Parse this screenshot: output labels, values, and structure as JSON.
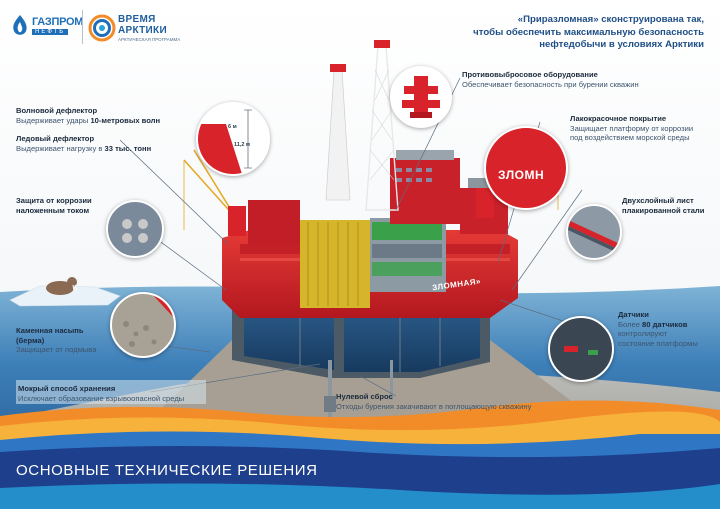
{
  "logos": {
    "gazprom_name": "ГАЗПРОМ",
    "gazprom_sub": "НЕФТЬ",
    "vremya_line1": "ВРЕМЯ",
    "vremya_line2": "АРКТИКИ",
    "vremya_sub": "АРКТИЧЕСКАЯ ПРОГРАММА"
  },
  "headline": {
    "line1": "«Приразломная» сконструирована так,",
    "line2": "чтобы обеспечить максимальную безопасность",
    "line3": "нефтедобычи в условиях Арктики"
  },
  "callouts": {
    "wave_deflector": {
      "title": "Волновой дефлектор",
      "desc_pre": "Выдерживает удары ",
      "desc_bold": "10-метровых волн"
    },
    "ice_deflector": {
      "title": "Ледовый дефлектор",
      "desc_pre": "Выдерживает нагрузку в ",
      "desc_bold": "33 тыс. тонн"
    },
    "corrosion_current": {
      "title_line1": "Защита от коррозии",
      "title_line2": "наложенным током"
    },
    "berm": {
      "title_line1": "Каменная насыпь",
      "title_line2": "(берма)",
      "desc": "Защищает от подмыва"
    },
    "wet_storage": {
      "title": "Мокрый способ хранения",
      "desc": "Исключает образование взрывоопасной среды"
    },
    "blowout": {
      "title": "Противовыбросовое оборудование",
      "desc": "Обеспечивает безопасность при бурении скважин"
    },
    "paint": {
      "title": "Лакокрасочное покрытие",
      "desc_line1": "Защищает платформу от коррозии",
      "desc_line2": "под воздействием морской среды"
    },
    "clad_steel": {
      "title_line1": "Двухслойный лист",
      "title_line2": "плакированной стали"
    },
    "sensors": {
      "title": "Датчики",
      "desc_line1_pre": "Более ",
      "desc_line1_bold": "80 датчиков",
      "desc_line2": "контролируют",
      "desc_line3": "состояние платформы"
    },
    "zero_discharge": {
      "title": "Нулевой сброс",
      "desc": "Отходы бурения закачивают в поглощающую скважину"
    }
  },
  "measure": {
    "m6": "6 м",
    "m112": "11,2 м"
  },
  "platform": {
    "name_side": "ЗЛОМНАЯ»",
    "name_mag": "ЗЛОМН"
  },
  "footer": {
    "title": "ОСНОВНЫЕ ТЕХНИЧЕСКИЕ РЕШЕНИЯ"
  },
  "colors": {
    "platform_red": "#d8232a",
    "sea_blue": "#2f6fa8",
    "headline_blue": "#1f4f86",
    "wave_orange": "#f28c28",
    "wave_navy": "#1d3f8c"
  }
}
